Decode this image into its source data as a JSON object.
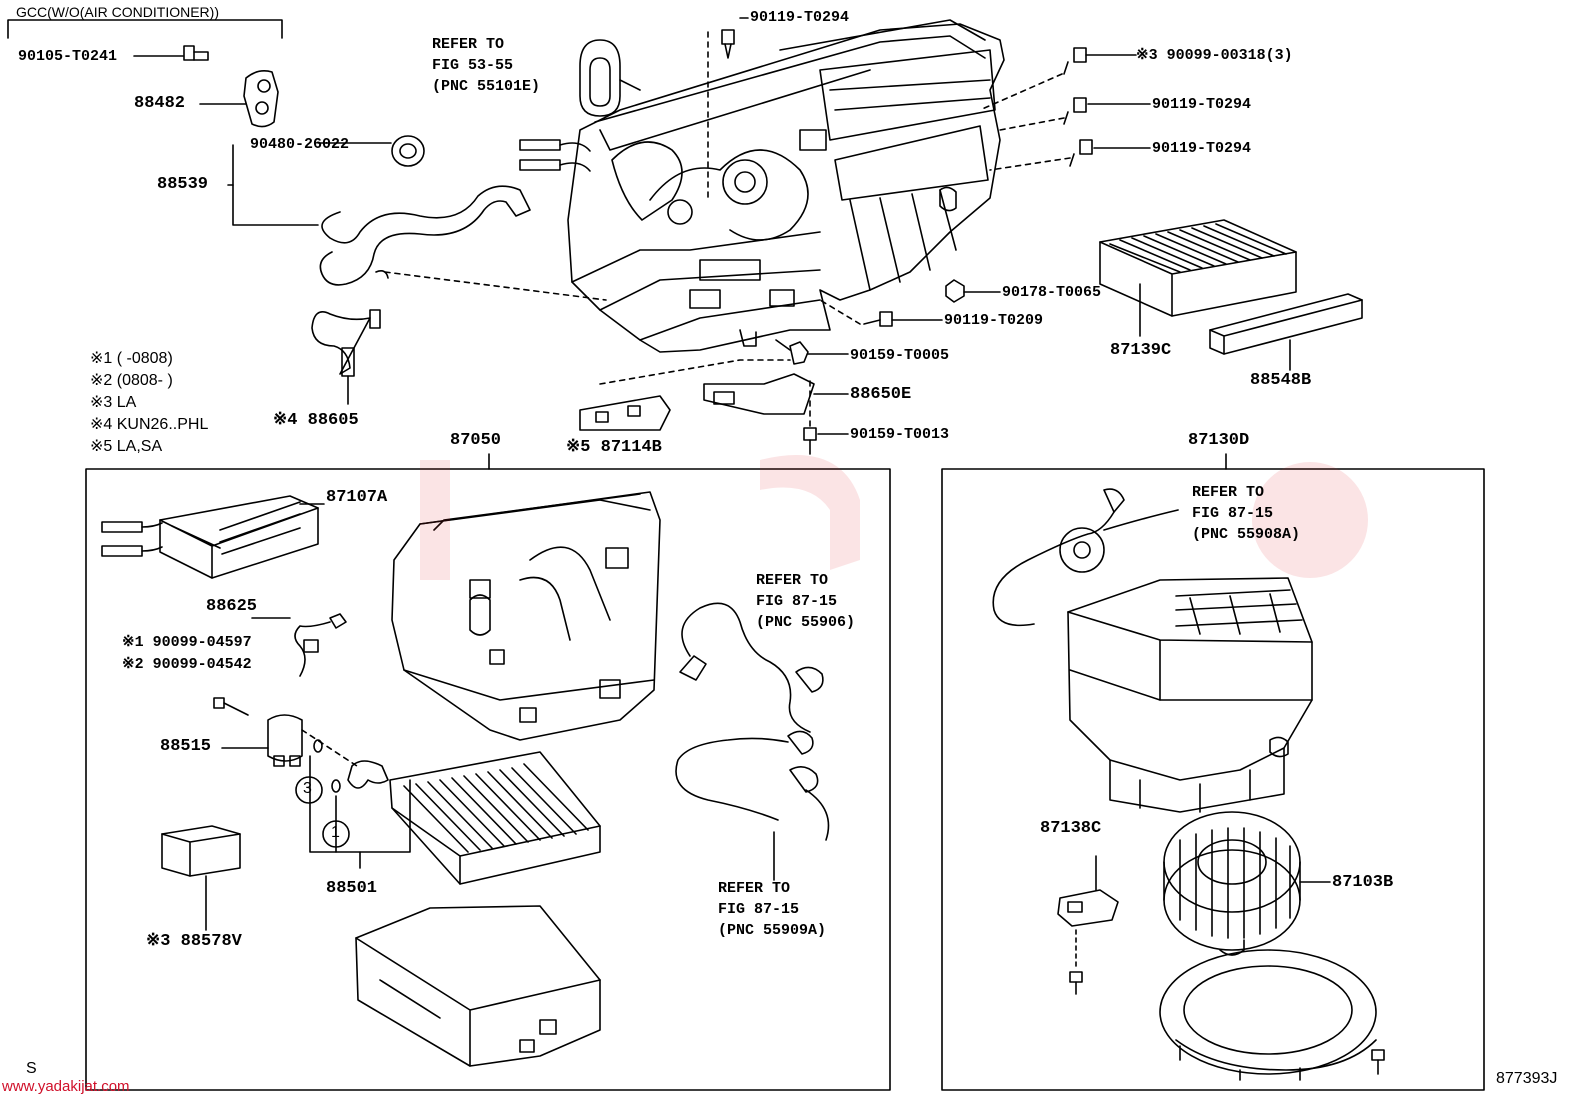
{
  "header": {
    "variant": "GCC(W/O(AIR CONDITIONER))"
  },
  "figure_number": "877393J",
  "watermark": "www.yadakijat.com",
  "corner_mark": "S",
  "notes": [
    "※1 (      -0808)",
    "※2 (0808-      )",
    "※3 LA",
    "※4 KUN26..PHL",
    "※5 LA,SA"
  ],
  "parts": {
    "p90105": "90105-T0241",
    "p88482": "88482",
    "p90480": "90480-26022",
    "p88539": "88539",
    "p88605": "※4 88605",
    "p90119a": "90119-T0294",
    "p90099_3": "※3 90099-00318(3)",
    "p90119b": "90119-T0294",
    "p90119c": "90119-T0294",
    "p90178": "90178-T0065",
    "p90119d": "90119-T0209",
    "p90159a": "90159-T0005",
    "p88650": "88650E",
    "p90159b": "90159-T0013",
    "p87114": "※5 87114B",
    "p87139": "87139C",
    "p88548": "88548B",
    "p87050": "87050",
    "p87107": "87107A",
    "p88625": "88625",
    "p90099_1": "※1 90099-04597",
    "p90099_2": "※2 90099-04542",
    "p88515": "88515",
    "p88501": "88501",
    "p88578": "※3 88578V",
    "p87130": "87130D",
    "p87138": "87138C",
    "p87103": "87103B"
  },
  "refers": {
    "r1": [
      "REFER TO",
      "FIG 53-55",
      "(PNC 55101E)"
    ],
    "r2": [
      "REFER TO",
      "FIG 87-15",
      "(PNC 55906)"
    ],
    "r3": [
      "REFER TO",
      "FIG 87-15",
      "(PNC 55909A)"
    ],
    "r4": [
      "REFER TO",
      "FIG 87-15",
      "(PNC 55908A)"
    ]
  },
  "circles": {
    "c3": "3",
    "c1": "1"
  }
}
